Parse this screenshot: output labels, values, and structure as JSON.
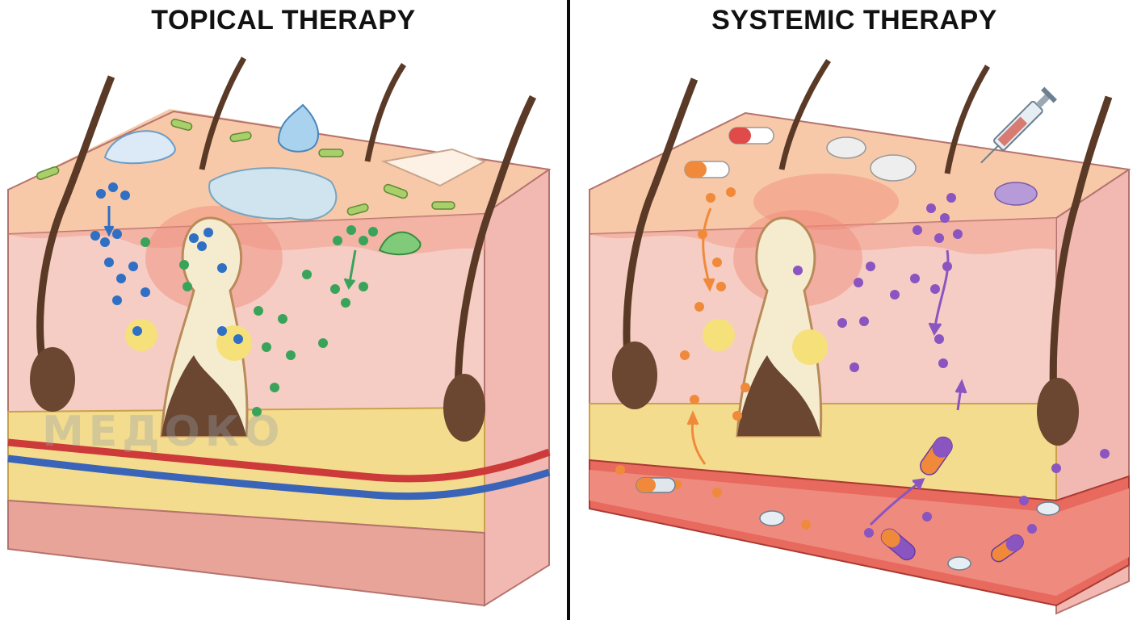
{
  "left_panel": {
    "title": "TOPICAL THERAPY"
  },
  "right_panel": {
    "title": "SYSTEMIC THERAPY"
  },
  "watermark": "МЕДОКО",
  "colors": {
    "epidermis": "#f7c9a8",
    "dermis": "#f6cdc4",
    "fat": "#f4dc8e",
    "artery": "#cc3a3a",
    "vein": "#3a64b8",
    "hair": "#5a3a26",
    "topical_dots_blue": "#2f6fc4",
    "topical_dots_green": "#3aa35a",
    "systemic_dots_orange": "#f08a3a",
    "systemic_dots_purple": "#8a55c0"
  }
}
